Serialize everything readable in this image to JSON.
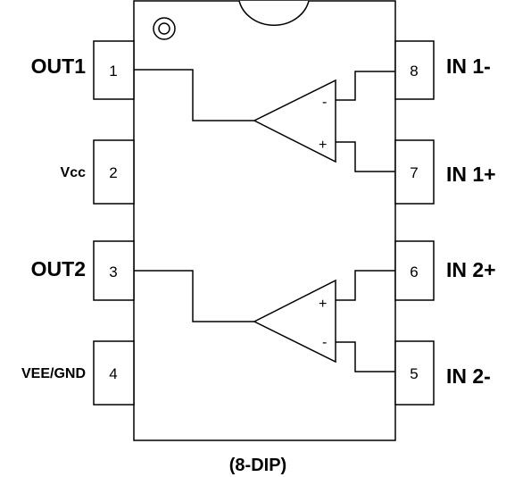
{
  "package": {
    "caption": "(8-DIP)"
  },
  "pins": [
    {
      "number": "1",
      "label": "OUT1"
    },
    {
      "number": "2",
      "label": "Vcc"
    },
    {
      "number": "3",
      "label": "OUT2"
    },
    {
      "number": "4",
      "label": "VEE/GND"
    },
    {
      "number": "5",
      "label": "IN 2-"
    },
    {
      "number": "6",
      "label": "IN 2+"
    },
    {
      "number": "7",
      "label": "IN 1+"
    },
    {
      "number": "8",
      "label": "IN 1-"
    }
  ],
  "amplifiers": [
    {
      "inverting_sign": "-",
      "noninverting_sign": "+"
    },
    {
      "inverting_sign": "-",
      "noninverting_sign": "+"
    }
  ]
}
